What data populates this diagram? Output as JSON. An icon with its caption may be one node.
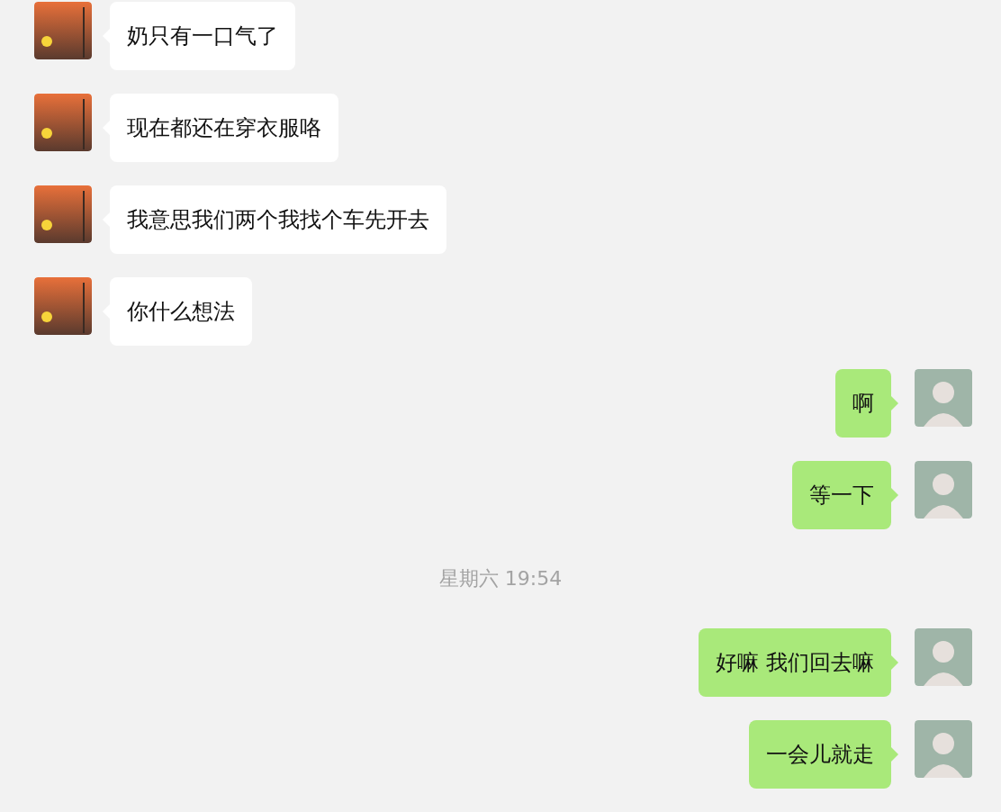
{
  "diagram": {
    "nodes": [
      {
        "text": [
          "奶只有一口气了"
        ]
      },
      {
        "text": [
          "现在都还在穿衣服咯"
        ]
      },
      {
        "text": [
          "我意思我们两个我找个车先开去"
        ]
      },
      {
        "text": [
          "你什么想法"
        ]
      },
      {
        "text": [
          "啊"
        ]
      },
      {
        "text": [
          "等一下"
        ]
      },
      {
        "text": [
          "好嘛 我们回去嘛"
        ]
      },
      {
        "text": [
          "一会儿就走"
        ]
      }
    ],
    "edges": [],
    "labels": [
      "星期六 19:54"
    ]
  }
}
